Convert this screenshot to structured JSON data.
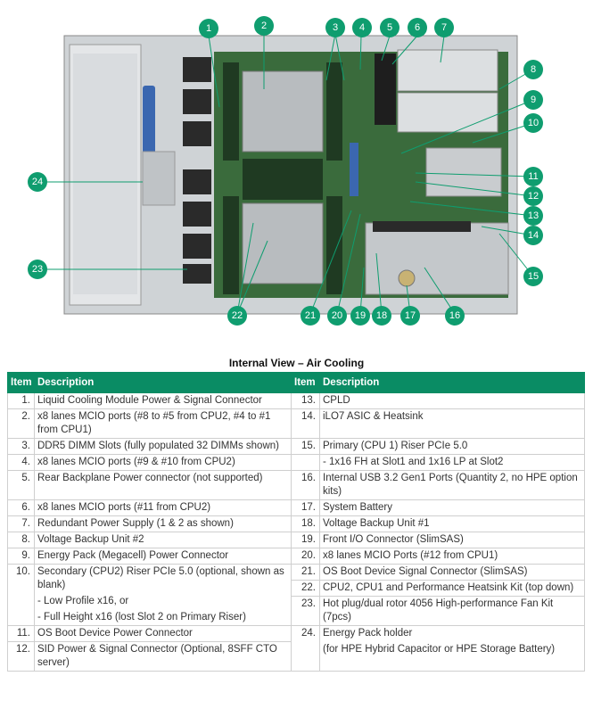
{
  "caption": "Internal View – Air Cooling",
  "headers": {
    "item": "Item",
    "description": "Description"
  },
  "callouts": [
    "1",
    "2",
    "3",
    "4",
    "5",
    "6",
    "7",
    "8",
    "9",
    "10",
    "11",
    "12",
    "13",
    "14",
    "15",
    "16",
    "17",
    "18",
    "19",
    "20",
    "21",
    "22",
    "23",
    "24"
  ],
  "rows": [
    {
      "l_item": "1.",
      "l_desc": "Liquid Cooling Module Power & Signal Connector",
      "r_item": "13.",
      "r_desc": "CPLD"
    },
    {
      "l_item": "2.",
      "l_desc": "x8 lanes MCIO ports (#8 to #5 from CPU2, #4 to #1 from CPU1)",
      "r_item": "14.",
      "r_desc": "iLO7 ASIC & Heatsink"
    },
    {
      "l_item": "3.",
      "l_desc": "DDR5 DIMM Slots (fully populated 32 DIMMs shown)",
      "r_item": "15.",
      "r_desc": "Primary (CPU 1) Riser PCIe 5.0"
    },
    {
      "l_item": "4.",
      "l_desc": "x8 lanes MCIO ports (#9 & #10 from CPU2)",
      "r_item": "",
      "r_desc": "- 1x16 FH at Slot1 and 1x16 LP at Slot2"
    },
    {
      "l_item": "5.",
      "l_desc": "Rear Backplane Power connector (not supported)",
      "r_item": "16.",
      "r_desc": "Internal USB 3.2 Gen1 Ports (Quantity 2, no HPE option kits)"
    },
    {
      "l_item": "6.",
      "l_desc": "x8 lanes MCIO ports (#11 from CPU2)",
      "r_item": "17.",
      "r_desc": "System Battery"
    },
    {
      "l_item": "7.",
      "l_desc": "Redundant Power Supply (1 & 2 as shown)",
      "r_item": "18.",
      "r_desc": "Voltage Backup Unit #1"
    },
    {
      "l_item": "8.",
      "l_desc": "Voltage Backup Unit #2",
      "r_item": "19.",
      "r_desc": "Front I/O Connector (SlimSAS)"
    },
    {
      "l_item": "9.",
      "l_desc": "Energy Pack (Megacell) Power Connector",
      "r_item": "20.",
      "r_desc": "x8 lanes MCIO Ports (#12 from CPU1)"
    }
  ],
  "row10": {
    "l_item": "10.",
    "l_desc": "Secondary (CPU2) Riser PCIe 5.0 (optional, shown as blank)",
    "l_sub1": "- Low Profile x16, or",
    "l_sub2": "- Full Height x16 (lost Slot 2 on Primary Riser)",
    "r_item1": "21.",
    "r_desc1": "OS Boot Device Signal Connector (SlimSAS)",
    "r_item2": "22.",
    "r_desc2": "CPU2, CPU1 and Performance Heatsink Kit (top down)",
    "r_item3": "23.",
    "r_desc3": "Hot plug/dual rotor 4056 High-performance Fan Kit (7pcs)"
  },
  "row11": {
    "l_item": "11.",
    "l_desc": "OS Boot Device Power Connector",
    "r_item": "24.",
    "r_desc": "Energy Pack holder",
    "r_sub": "(for HPE Hybrid Capacitor or HPE Storage Battery)"
  },
  "row12": {
    "l_item": "12.",
    "l_desc": "SID Power & Signal Connector (Optional, 8SFF CTO server)"
  },
  "colors": {
    "header_green": "#0a8c64",
    "callout_green": "#0f9d6f",
    "board_green": "#3a6b3c"
  }
}
